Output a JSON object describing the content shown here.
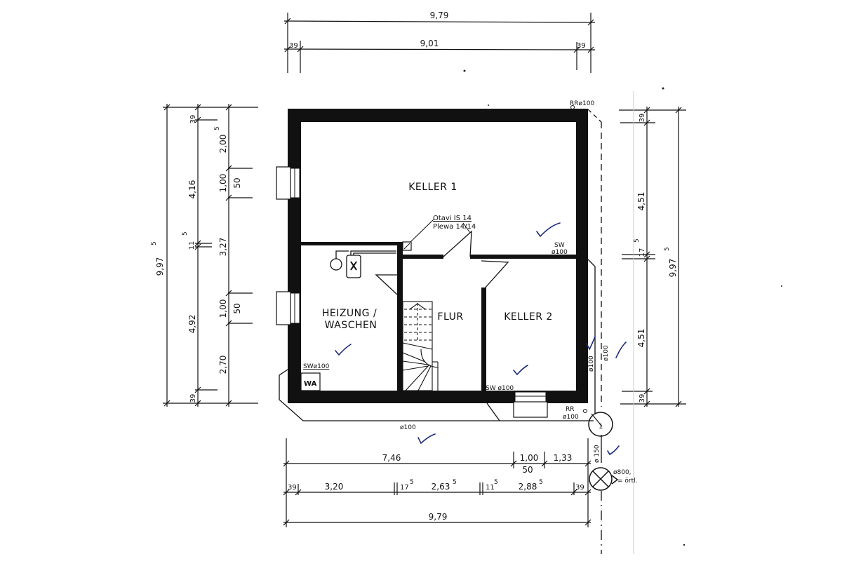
{
  "drawing": {
    "type": "basement floor plan",
    "rooms": [
      {
        "id": "keller1",
        "label": "KELLER 1"
      },
      {
        "id": "heizung",
        "label_line1": "HEIZUNG /",
        "label_line2": "WASCHEN"
      },
      {
        "id": "flur",
        "label": "FLUR"
      },
      {
        "id": "keller2",
        "label": "KELLER 2"
      }
    ],
    "fixtures": {
      "wa_label": "WA",
      "chimney_line1": "Otavi IS 14",
      "chimney_line2": "Plewa 14/14"
    },
    "pipes": {
      "rr_top": "RRø100",
      "sw_keller1_line1": "SW",
      "sw_keller1_line2": "ø100",
      "sw_heizung": "SWø100",
      "sw_flur": "SW ø100",
      "rr_bottom_line1": "RR",
      "rr_bottom_line2": "ø100",
      "pipe_bottom": "ø100",
      "pipe_right_inner": "ø100",
      "pipe_right_outer": "ø100",
      "pipe_down": "ø 150",
      "manhole_line1": "ø800,",
      "manhole_line2": "= örtl.",
      "inspection_number": "1"
    },
    "dimensions": {
      "top": {
        "overall": "9,79",
        "left_wall": "39",
        "inner": "9,01",
        "right_wall": "39"
      },
      "left": {
        "overall": "9,97",
        "overall_sup": "5",
        "chain1": [
          "39",
          "4,16",
          "11",
          "4,92",
          "39"
        ],
        "chain1_sup_11": "5",
        "chain2": [
          "2,00",
          "1,00",
          "3,27",
          "1,00",
          "2,70"
        ],
        "chain2_sup_200": "5",
        "window_sill": [
          "50",
          "50"
        ]
      },
      "right": {
        "overall": "9,97",
        "overall_sup": "5",
        "chain": [
          "39",
          "4,51",
          "17",
          "4,51",
          "39"
        ],
        "chain_sup_17": "5"
      },
      "bottom": {
        "row1": [
          "7,46",
          "1,00",
          "1,33"
        ],
        "row1_sill": "50",
        "row2": [
          "39",
          "3,20",
          "17",
          "2,63",
          "11",
          "2,88",
          "39"
        ],
        "row2_sup": "5",
        "overall": "9,79"
      }
    }
  }
}
